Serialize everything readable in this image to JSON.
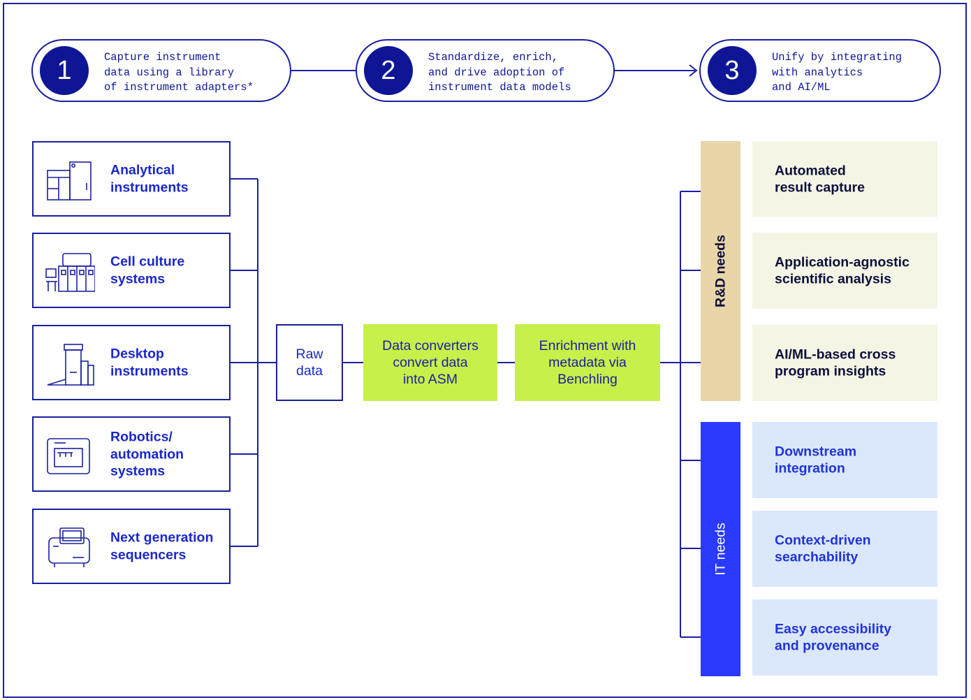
{
  "steps": [
    {
      "num": "1",
      "text": "Capture instrument\ndata using a library\nof instrument adapters*"
    },
    {
      "num": "2",
      "text": "Standardize, enrich,\nand drive adoption of\ninstrument data models"
    },
    {
      "num": "3",
      "text": "Unify by integrating\nwith analytics\nand AI/ML"
    }
  ],
  "instruments": [
    {
      "label": "Analytical\ninstruments",
      "icon": "analytical-instrument-icon"
    },
    {
      "label": "Cell culture\nsystems",
      "icon": "cell-culture-icon"
    },
    {
      "label": "Desktop\ninstruments",
      "icon": "desktop-instrument-icon"
    },
    {
      "label": "Robotics/\nautomation\nsystems",
      "icon": "robotics-icon"
    },
    {
      "label": "Next generation\nsequencers",
      "icon": "sequencer-icon"
    }
  ],
  "pipeline": {
    "raw": "Raw\ndata",
    "converter": "Data converters\nconvert data\ninto ASM",
    "enrichment": "Enrichment with\nmetadata via\nBenchling"
  },
  "rd_needs": {
    "label": "R&D needs",
    "items": [
      "Automated\nresult capture",
      "Application-agnostic\nscientific analysis",
      "AI/ML-based cross\nprogram insights"
    ]
  },
  "it_needs": {
    "label": "IT needs",
    "items": [
      "Downstream\nintegration",
      "Context-driven\nsearchability",
      "Easy accessibility\nand provenance"
    ]
  },
  "colors": {
    "navy": "#0e1696",
    "blue": "#1a28c8",
    "green": "#c8f04a",
    "tan": "#e8d5a8",
    "it_blue": "#2b3aff",
    "rd_bg": "#f5f5e6",
    "it_bg": "#dbe8fb"
  }
}
